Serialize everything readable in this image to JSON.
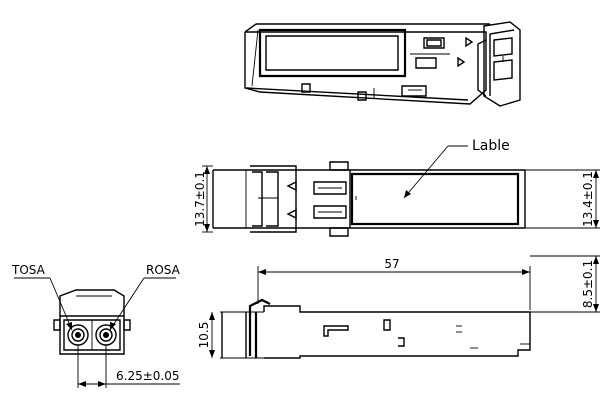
{
  "labels": {
    "lable": "Lable",
    "tosa": "TOSA",
    "rosa": "ROSA"
  },
  "dimensions": {
    "length": "57",
    "side_height_right": "8.5±0.1",
    "side_height_left": "10.5",
    "top_width_left": "13.7±0.1",
    "top_width_right": "13.4±0.1",
    "port_pitch": "6.25±0.05"
  }
}
